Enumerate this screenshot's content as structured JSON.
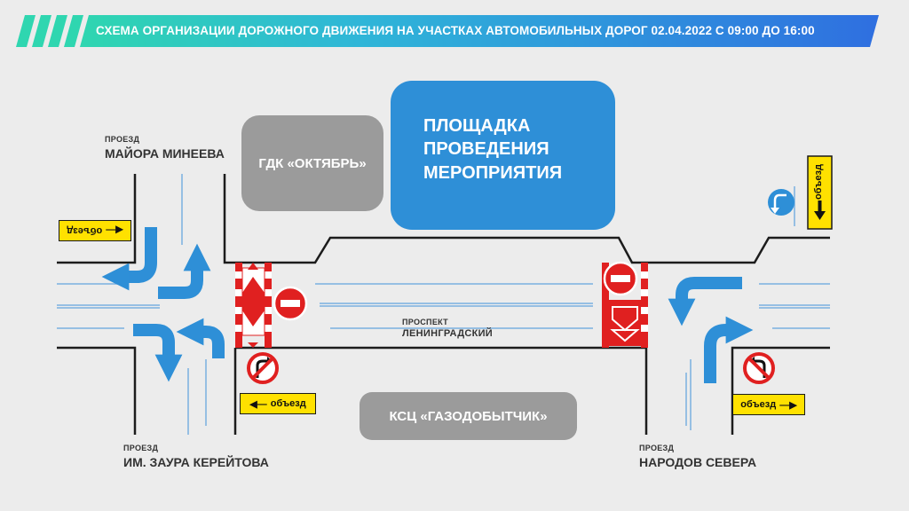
{
  "header": {
    "title": "СХЕМА ОРГАНИЗАЦИИ ДОРОЖНОГО ДВИЖЕНИЯ НА УЧАСТКАХ АВТОМОБИЛЬНЫХ ДОРОГ 02.04.2022 С 09:00 ДО 16:00",
    "colors": {
      "stripe": "#2fd6b0",
      "banner": "#2f7fe0"
    }
  },
  "buildings": {
    "gdk": "ГДК «ОКТЯБРЬ»",
    "venue": "ПЛОЩАДКА ПРОВЕДЕНИЯ МЕРОПРИЯТИЯ",
    "ksc": "КСЦ «ГАЗОДОБЫТЧИК»"
  },
  "streets": {
    "mineeva": {
      "prefix": "ПРОЕЗД",
      "name": "МАЙОРА МИНЕЕВА"
    },
    "prospekt": {
      "prefix": "ПРОСПЕКТ",
      "name": "ЛЕНИНГРАДСКИЙ"
    },
    "kereitova": {
      "prefix": "ПРОЕЗД",
      "name": "ИМ. ЗАУРА КЕРЕЙТОВА"
    },
    "severa": {
      "prefix": "ПРОЕЗД",
      "name": "НАРОДОВ СЕВЕРА"
    }
  },
  "detour_signs": {
    "top_left": "объезд",
    "bottom_left": "объезд",
    "bottom_right": "объезд",
    "top_right": "объезд"
  },
  "colors": {
    "road": "#1c1c1c",
    "lane": "#7ab0e0",
    "arrow": "#2e8fd7",
    "barrier": "#e02020",
    "sign": "#ffe100",
    "building_gray": "#9b9b9b",
    "venue_blue": "#2e8fd7"
  },
  "icons": [
    "no-entry-sign",
    "no-left-turn-sign",
    "u-turn-sign",
    "barrier-diamond",
    "turn-arrow"
  ]
}
